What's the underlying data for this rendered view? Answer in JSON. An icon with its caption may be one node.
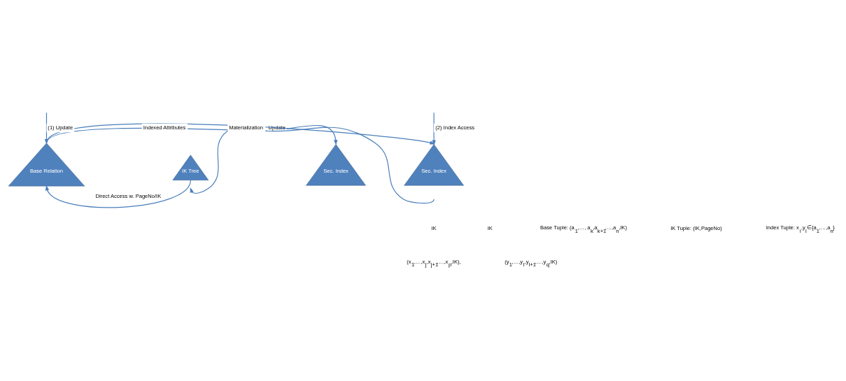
{
  "diagram": {
    "nodes": [
      {
        "text": [
          "Base Relation"
        ]
      },
      {
        "text": [
          "IK Tree"
        ]
      },
      {
        "text": [
          "Sec. Index"
        ]
      },
      {
        "text": [
          "Sec. Index"
        ]
      }
    ],
    "edges": [
      {
        "from": null,
        "to": 0,
        "arrow": "to",
        "label": "(1) Update"
      },
      {
        "from": null,
        "to": 3,
        "arrow": "to",
        "label": "(2) Index Access"
      },
      {
        "from": 0,
        "to": 2,
        "arrow": "to",
        "label": "Update"
      },
      {
        "from": 0,
        "to": 3,
        "arrow": "to",
        "label": "Indexed Attributes"
      },
      {
        "from": 1,
        "to": 0,
        "arrow": "to",
        "label": "Direct Access w. PageNo/IK"
      },
      {
        "from": 3,
        "to": 1,
        "arrow": "to",
        "label": "Materialization"
      }
    ],
    "labels": [
      "IK",
      "IK",
      "Base Tuple: (a$_{1}$,…, a$_{k}$,a$_{k+1}$,…,a$_{n}$,IK)",
      "IK Tuple: (IK,PageNo)",
      "Index Tuple: x$_{i}$,y$_{i}$∈{a$_{1}$,…,a$_{n}$}",
      "(x$_{1}$,…,x$_{j}$,x$_{j+1}$,…,x$_{p}$,IK),",
      "(y$_{1}$,…,y$_{l}$,y$_{l+1}$,…,y$_{q}$,IK)"
    ]
  }
}
